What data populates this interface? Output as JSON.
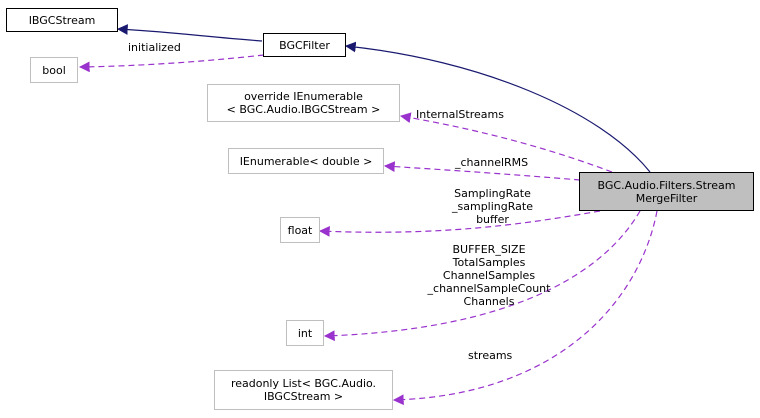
{
  "nodes": {
    "ibgcstream": "IBGCStream",
    "bgcfilter": "BGCFilter",
    "bool": "bool",
    "internal_streams_type": [
      "override IEnumerable",
      "< BGC.Audio.IBGCStream >"
    ],
    "ienumerable_double": "IEnumerable< double >",
    "focus": [
      "BGC.Audio.Filters.Stream",
      "MergeFilter"
    ],
    "float": "float",
    "int": "int",
    "readonly_list": [
      "readonly List< BGC.Audio.",
      "IBGCStream >"
    ]
  },
  "edge_labels": {
    "initialized": "initialized",
    "internal_streams": "InternalStreams",
    "channel_rms": "_channelRMS",
    "float_members": [
      "SamplingRate",
      "_samplingRate",
      "buffer"
    ],
    "int_members": [
      "BUFFER_SIZE",
      "TotalSamples",
      "ChannelSamples",
      "_channelSampleCount",
      "Channels"
    ],
    "streams": "streams"
  },
  "colors": {
    "inheritance": "#191970",
    "usage": "#9a32cd",
    "focus_fill": "#bfbfbf",
    "light_border": "#bfbfbf"
  }
}
